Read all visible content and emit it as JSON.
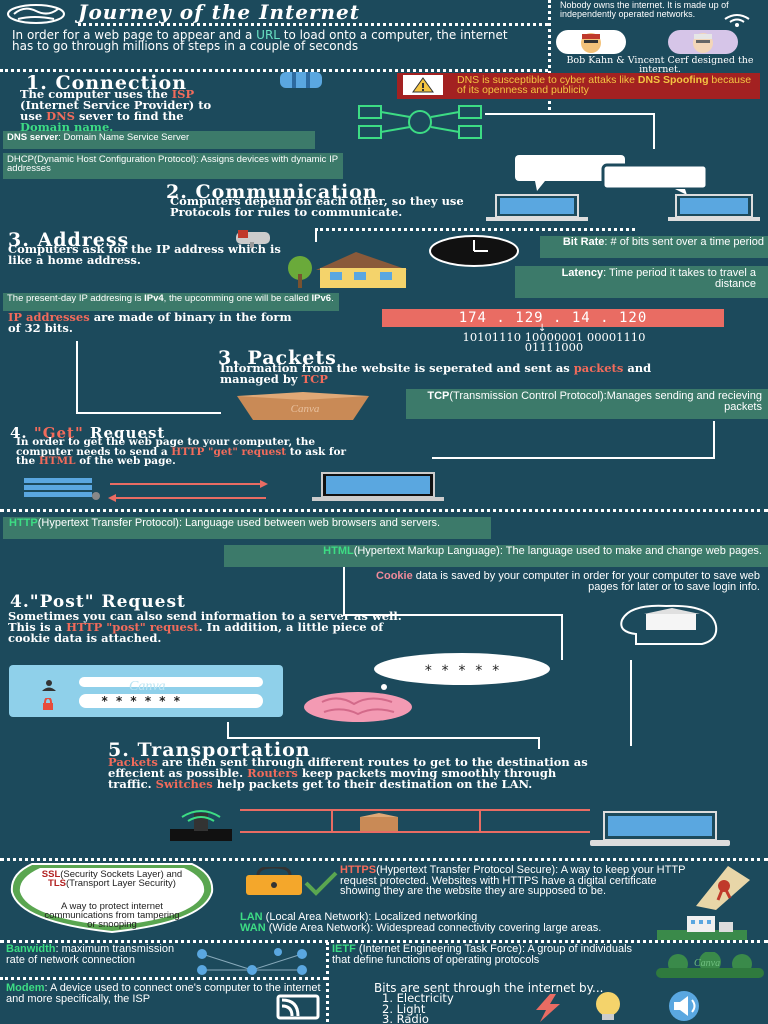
{
  "header": {
    "title": "Journey of the Internet",
    "intro_pre": "In order for a web page to appear and a ",
    "intro_url": "URL",
    "intro_post": " to load onto a computer, the internet has to go through millions of steps in a couple of seconds",
    "owners_note": "Nobody owns the internet. It is made up of independently operated networks.",
    "designers": "Bob Kahn & Vincent Cerf designed the internet."
  },
  "dns_warning": {
    "text_pre": "DNS is susceptible to cyber attaks like ",
    "text_bold": "DNS Spoofing",
    "text_post": " because of its openness and publicity"
  },
  "connection": {
    "heading": "1. Connection",
    "l1_pre": "The computer uses the ",
    "l1_hl": "ISP",
    "l2": "(Internet Service Provider) to",
    "l3_pre": "use ",
    "l3_hl": "DNS",
    "l3_post": " sever to find the",
    "l4_hl": "Domain name.",
    "dns_box_term": "DNS server",
    "dns_box_def": ": Domain Name Service Server",
    "dhcp_box": "DHCP(Dynamic Host Configuration Protocol): Assigns devices with dynamic IP addresses"
  },
  "communication": {
    "heading": "2. Communication",
    "body": "Computers depend on each other, so they use Protocols for rules to communicate."
  },
  "address": {
    "heading": "3. Address",
    "body": "Computers ask for the IP address which is like a home address.",
    "bitrate_term": "Bit Rate",
    "bitrate_def": ": # of bits sent over a time period",
    "latency_term": "Latency",
    "latency_def": ": Time period it takes to travel a distance",
    "ipv4_pre": "The present-day IP addresing is ",
    "ipv4_bold": "IPv4",
    "ipv4_mid": ", the upcomming one will be called ",
    "ipv6_bold": "IPv6",
    "ipv4_post": ".",
    "ip_pre_hl": "IP addresses",
    "ip_rest": " are made of binary in the form of 32 bits.",
    "ip_example": "174 . 129 . 14 . 120",
    "arrow_down": "↓",
    "binary_1": "10101110 10000001 00001110",
    "binary_2": "01111000"
  },
  "packets": {
    "heading": "3. Packets",
    "body_pre": "Information from the website is seperated and sent as ",
    "body_hl1": "packets",
    "body_mid": " and managed by ",
    "body_hl2": "TCP",
    "tcp_term": "TCP",
    "tcp_def": "(Transmission Control Protocol):Manages sending and recieving packets",
    "box_watermark": "Canva"
  },
  "get_request": {
    "heading_pre": "4. ",
    "heading_hl": "\"Get\"",
    "heading_post": " Request",
    "body_1": "In order to get the web page to your computer, the computer needs to send a ",
    "body_hl1": "HTTP \"get\" request",
    "body_2": " to ask for the ",
    "body_hl2": "HTML",
    "body_3": " of the web page.",
    "http_term": "HTTP",
    "http_def": "(Hypertext Transfer Protocol): Language used between web browsers and servers.",
    "html_term": "HTML",
    "html_def": "(Hypertext Markup Language): The language used to make and change web pages."
  },
  "cookie": {
    "term": "Cookie",
    "def": " data is saved by your computer in order for your computer to save web pages for later or to save login info."
  },
  "post_request": {
    "heading": "4.\"Post\" Request",
    "body_1": "Sometimes you can also send information to a server as well. This is a ",
    "body_hl": "HTTP \"post\" request",
    "body_2": ". In addition, a little piece of cookie data is attached.",
    "password_mask": "* * * * * *",
    "thought_mask": "* * * * *",
    "form_watermark": "Canva"
  },
  "transportation": {
    "heading": "5. Transportation",
    "hl1": "Packets",
    "t1": " are then sent through different routes to get to the destination as effecient as possible. ",
    "hl2": "Routers",
    "t2": " keep packets moving smoothly through traffic. ",
    "hl3": "Switches",
    "t3": " help packets get to their destination on the LAN."
  },
  "security": {
    "ssl_term": "SSL",
    "ssl_def": "(Security Sockets Layer) and",
    "tls_term": "TLS",
    "tls_def": "(Transport Layer Security)",
    "shield_body": "A way to protect internet communications from tampering or snooping",
    "https_term": "HTTPS",
    "https_def": "(Hypertext Transfer Protocol Secure): A way to keep your HTTP request protected. Websites with HTTPS have a digital certificate showing they are the website they are supposed to be.",
    "lan_term": "LAN",
    "lan_def": " (Local Area Network): Localized networking",
    "wan_term": "WAN",
    "wan_def": " (Wide Area Network): Widespread connectivity covering large areas."
  },
  "footer": {
    "bandwidth_term": "Banwidth",
    "bandwidth_def": ": maximum transmission rate of network connection",
    "ietf_term": "IETF",
    "ietf_def": " (Internet Engineering Task Force): A group of individuals that define functions of operating protocols",
    "modem_term": "Modem",
    "modem_def": ": A device used to connect one's computer to the internet and more specifically, the ISP",
    "bits_intro": "Bits are sent through the internet by...",
    "bits_1": "1. Electricity",
    "bits_2": "2. Light",
    "bits_3": "3. Radio",
    "footer_watermark": "Canva"
  },
  "colors": {
    "background": "#1c4a5c",
    "highlight_red": "#f26b5b",
    "box_green": "#3c7a6a",
    "warning_red": "#b22222"
  }
}
